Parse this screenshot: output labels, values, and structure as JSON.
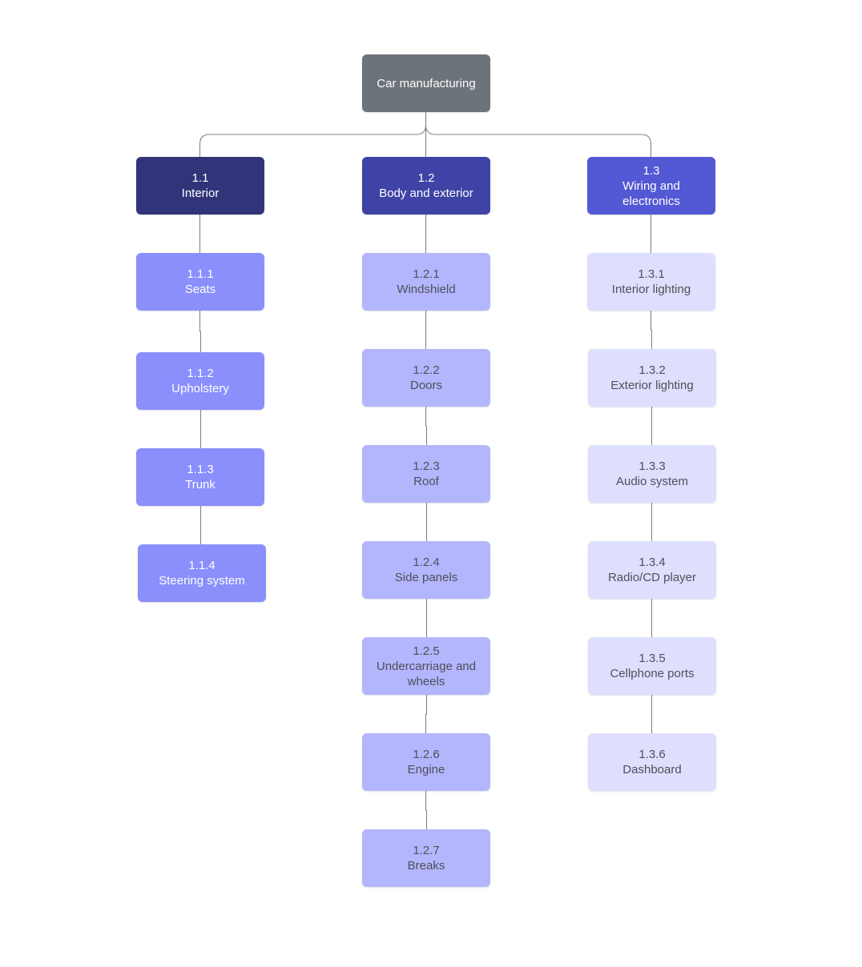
{
  "colors": {
    "connector": "#7f7f7f",
    "root_bg": "#6c737a",
    "root_text": "#ffffff",
    "branch_1_bg": "#313478",
    "branch_2_bg": "#3f43a6",
    "branch_3_bg": "#5358d4",
    "branch_text": "#ffffff",
    "leaf_1_bg": "#8a8ffc",
    "leaf_1_text": "#ffffff",
    "leaf_2_bg": "#b3b6fd",
    "leaf_2_text": "#4f4f5a",
    "leaf_3_bg": "#dedffd",
    "leaf_3_text": "#4f4f5a"
  },
  "diagram": {
    "root": {
      "label": "Car manufacturing"
    },
    "branches": [
      {
        "number": "1.1",
        "label": "Interior",
        "children": [
          {
            "number": "1.1.1",
            "label": "Seats"
          },
          {
            "number": "1.1.2",
            "label": "Upholstery"
          },
          {
            "number": "1.1.3",
            "label": "Trunk"
          },
          {
            "number": "1.1.4",
            "label": "Steering system"
          }
        ]
      },
      {
        "number": "1.2",
        "label": "Body and exterior",
        "children": [
          {
            "number": "1.2.1",
            "label": "Windshield"
          },
          {
            "number": "1.2.2",
            "label": "Doors"
          },
          {
            "number": "1.2.3",
            "label": "Roof"
          },
          {
            "number": "1.2.4",
            "label": "Side panels"
          },
          {
            "number": "1.2.5",
            "label": "Undercarriage and wheels"
          },
          {
            "number": "1.2.6",
            "label": "Engine"
          },
          {
            "number": "1.2.7",
            "label": "Breaks"
          }
        ]
      },
      {
        "number": "1.3",
        "label": "Wiring and electronics",
        "children": [
          {
            "number": "1.3.1",
            "label": "Interior lighting"
          },
          {
            "number": "1.3.2",
            "label": "Exterior lighting"
          },
          {
            "number": "1.3.3",
            "label": "Audio system"
          },
          {
            "number": "1.3.4",
            "label": "Radio/CD player"
          },
          {
            "number": "1.3.5",
            "label": "Cellphone ports"
          },
          {
            "number": "1.3.6",
            "label": "Dashboard"
          }
        ]
      }
    ]
  }
}
